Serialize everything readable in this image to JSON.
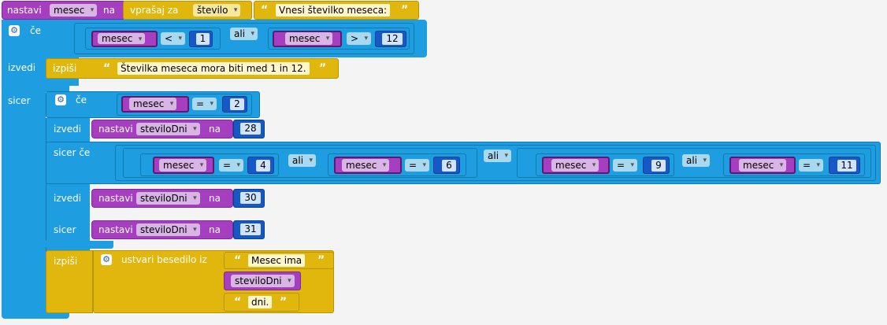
{
  "set_block": {
    "kw_set": "nastavi",
    "var": "mesec",
    "kw_to": "na",
    "prompt_label": "vprašaj za",
    "prompt_type": "število",
    "prompt_text": "Vnesi številko meseca:"
  },
  "if_block": {
    "kw_if": "če",
    "kw_do": "izvedi",
    "kw_else": "sicer",
    "kw_or": "ali",
    "cond_left": {
      "var": "mesec",
      "op": "<",
      "value": "1"
    },
    "cond_right": {
      "var": "mesec",
      "op": ">",
      "value": "12"
    },
    "do_print": {
      "label": "izpiši",
      "text": "Številka meseca mora biti med 1 in 12."
    }
  },
  "inner_if": {
    "kw_if": "če",
    "kw_do": "izvedi",
    "kw_elseif": "sicer če",
    "kw_else": "sicer",
    "kw_or": "ali",
    "cond1": {
      "var": "mesec",
      "op": "=",
      "value": "2"
    },
    "set1": {
      "kw": "nastavi",
      "var": "steviloDni",
      "kw_to": "na",
      "value": "28"
    },
    "elseif_conds": [
      {
        "var": "mesec",
        "op": "=",
        "value": "4"
      },
      {
        "var": "mesec",
        "op": "=",
        "value": "6"
      },
      {
        "var": "mesec",
        "op": "=",
        "value": "9"
      },
      {
        "var": "mesec",
        "op": "=",
        "value": "11"
      }
    ],
    "set2": {
      "kw": "nastavi",
      "var": "steviloDni",
      "kw_to": "na",
      "value": "30"
    },
    "set3": {
      "kw": "nastavi",
      "var": "steviloDni",
      "kw_to": "na",
      "value": "31"
    }
  },
  "print_block": {
    "label": "izpiši",
    "join_label": "ustvari besedilo iz",
    "text1": "Mesec ima",
    "var": "steviloDni",
    "text2": "dni."
  },
  "colors": {
    "variables": "#a53fbf",
    "logic": "#1e9ee0",
    "text": "#e1b70d",
    "math": "#1459c7",
    "canvas": "#f4f4f4"
  }
}
